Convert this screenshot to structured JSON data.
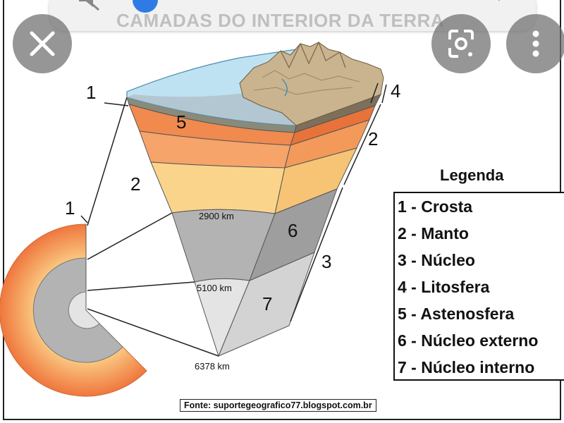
{
  "title": "CAMADAS DO INTERIOR DA TERRA",
  "legend": {
    "title": "Legenda",
    "items": [
      "1 - Crosta",
      "2 - Manto",
      "3 - Núcleo",
      "4 - Litosfera",
      "5 - Astenosfera",
      "6 - Núcleo externo",
      "7 - Núcleo interno"
    ]
  },
  "labels": {
    "crust_top": "1",
    "crust_left": "1",
    "asthenosphere": "5",
    "mantle_left": "2",
    "mantle_right": "2",
    "lithosphere": "4",
    "outer_core": "6",
    "core_bracket": "3",
    "inner_core": "7"
  },
  "depths": {
    "mantle_base": "2900 km",
    "outer_core_base": "5100 km",
    "center": "6378 km"
  },
  "source": "Fonte: suportegeografico77.blogspot.com.br",
  "colors": {
    "ocean": "#bfe2f2",
    "asthenosphere": "#f08a4e",
    "upper_mantle": "#f6a46a",
    "lower_mantle": "#fbd48b",
    "outer_core": "#b3b3b3",
    "inner_core": "#e4e4e4"
  },
  "icons": {
    "close": "close-icon",
    "lens": "lens-icon",
    "more": "more-vertical-icon"
  }
}
